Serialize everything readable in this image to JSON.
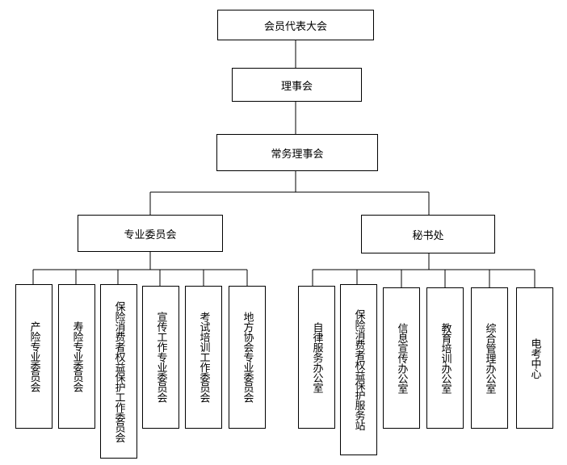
{
  "root": "会员代表大会",
  "board": "理事会",
  "standing_board": "常务理事会",
  "committees": {
    "label": "专业委员会",
    "items": [
      "产险专业委员会",
      "寿险专业委员会",
      "保险消费者权益保护工作委员会",
      "宣传工作专业委员会",
      "考试培训工作委员会",
      "地方协会专业委员会"
    ]
  },
  "secretariat": {
    "label": "秘书处",
    "items": [
      "自律服务办公室",
      "保险消费者权益保护服务站",
      "信息宣传办公室",
      "教育培训办公室",
      "综合管理办公室",
      "电考中心"
    ]
  }
}
